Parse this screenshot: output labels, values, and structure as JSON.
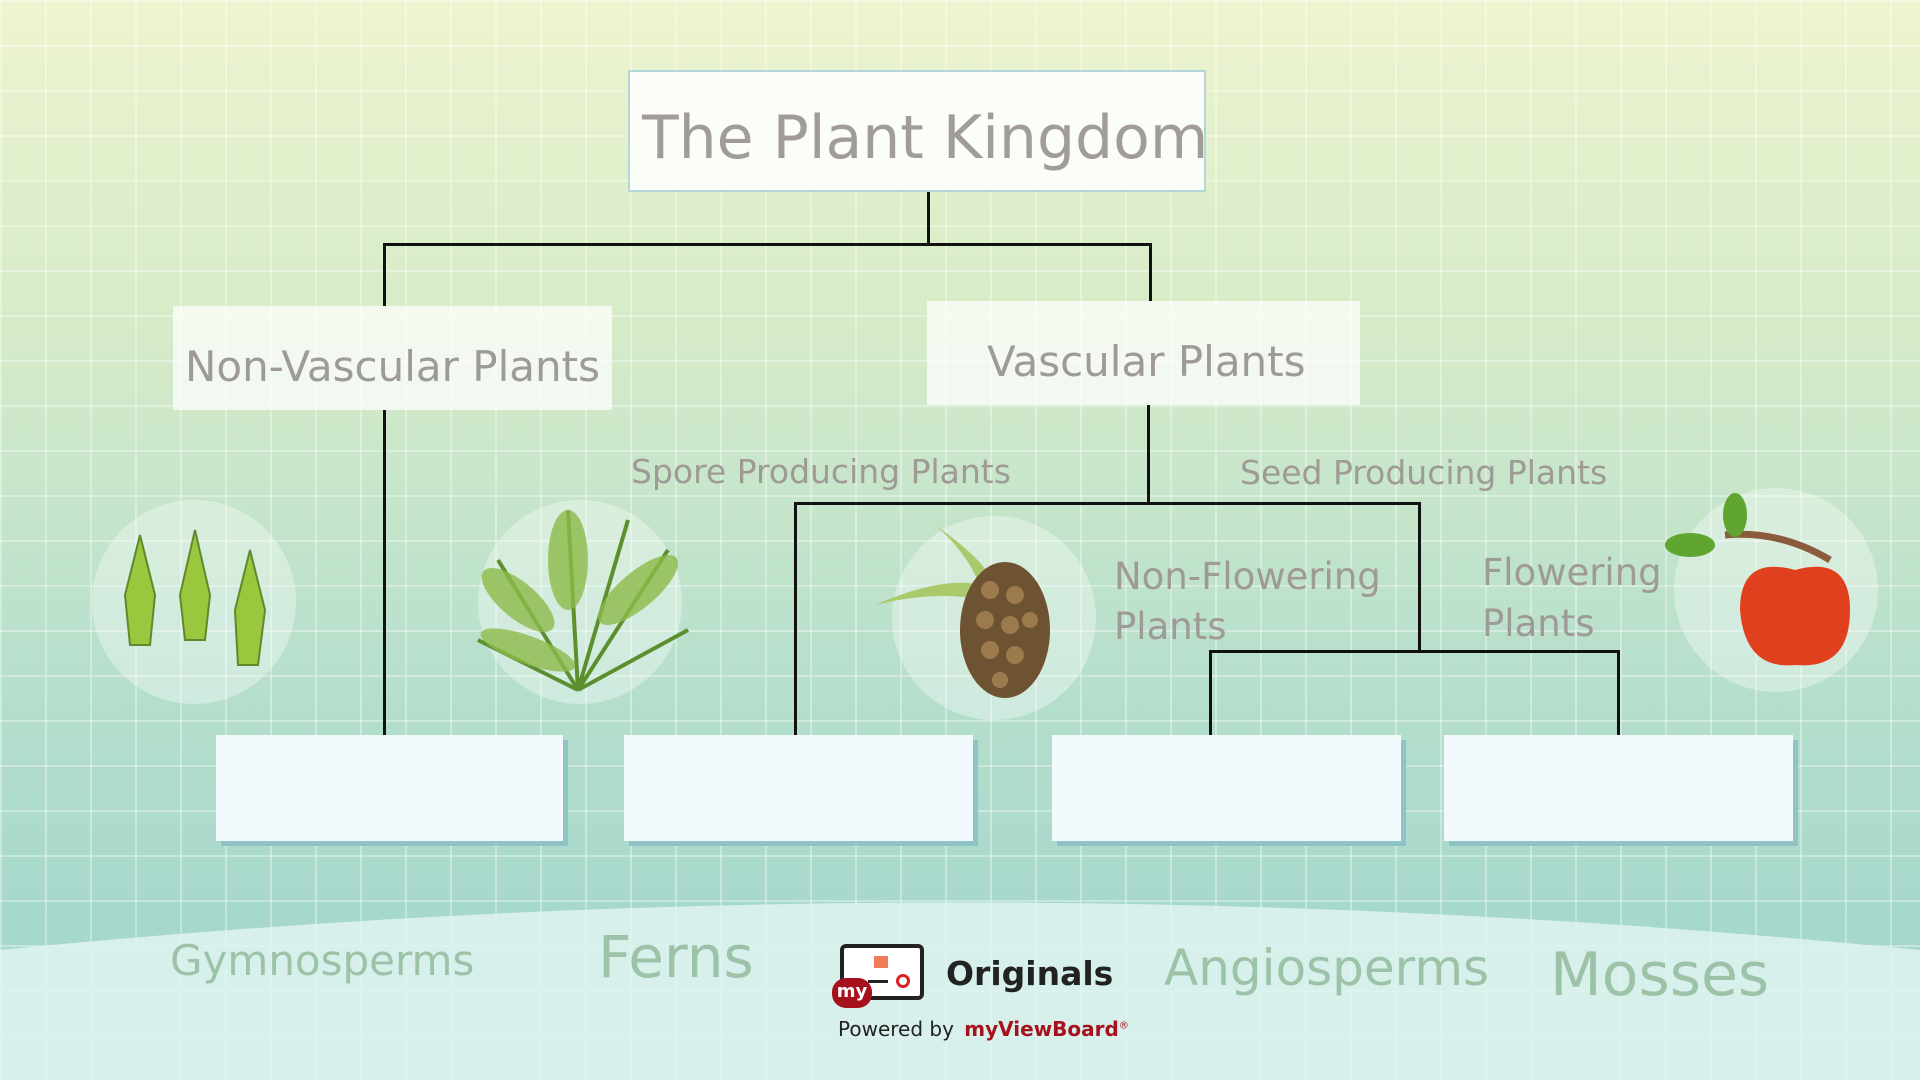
{
  "title": "The Plant Kingdom",
  "categories": {
    "non_vascular": "Non-Vascular Plants",
    "vascular": "Vascular Plants"
  },
  "subcategories": {
    "spore": "Spore Producing Plants",
    "seed": "Seed Producing Plants",
    "non_flowering_1": "Non-Flowering",
    "non_flowering_2": "Plants",
    "flowering_1": "Flowering",
    "flowering_2": "Plants"
  },
  "answer_words": [
    "Gymnosperms",
    "Ferns",
    "Angiosperms",
    "Mosses"
  ],
  "illustrations": [
    "moss-icon",
    "fern-icon",
    "pinecone-icon",
    "apple-icon"
  ],
  "logo": {
    "badge": "my",
    "name": "Originals",
    "powered_by": "Powered by",
    "brand": "myViewBoard",
    "reg": "®"
  },
  "colors": {
    "brand": "#a5111c",
    "word": "#9cc3a7",
    "label": "#9e9a95"
  }
}
